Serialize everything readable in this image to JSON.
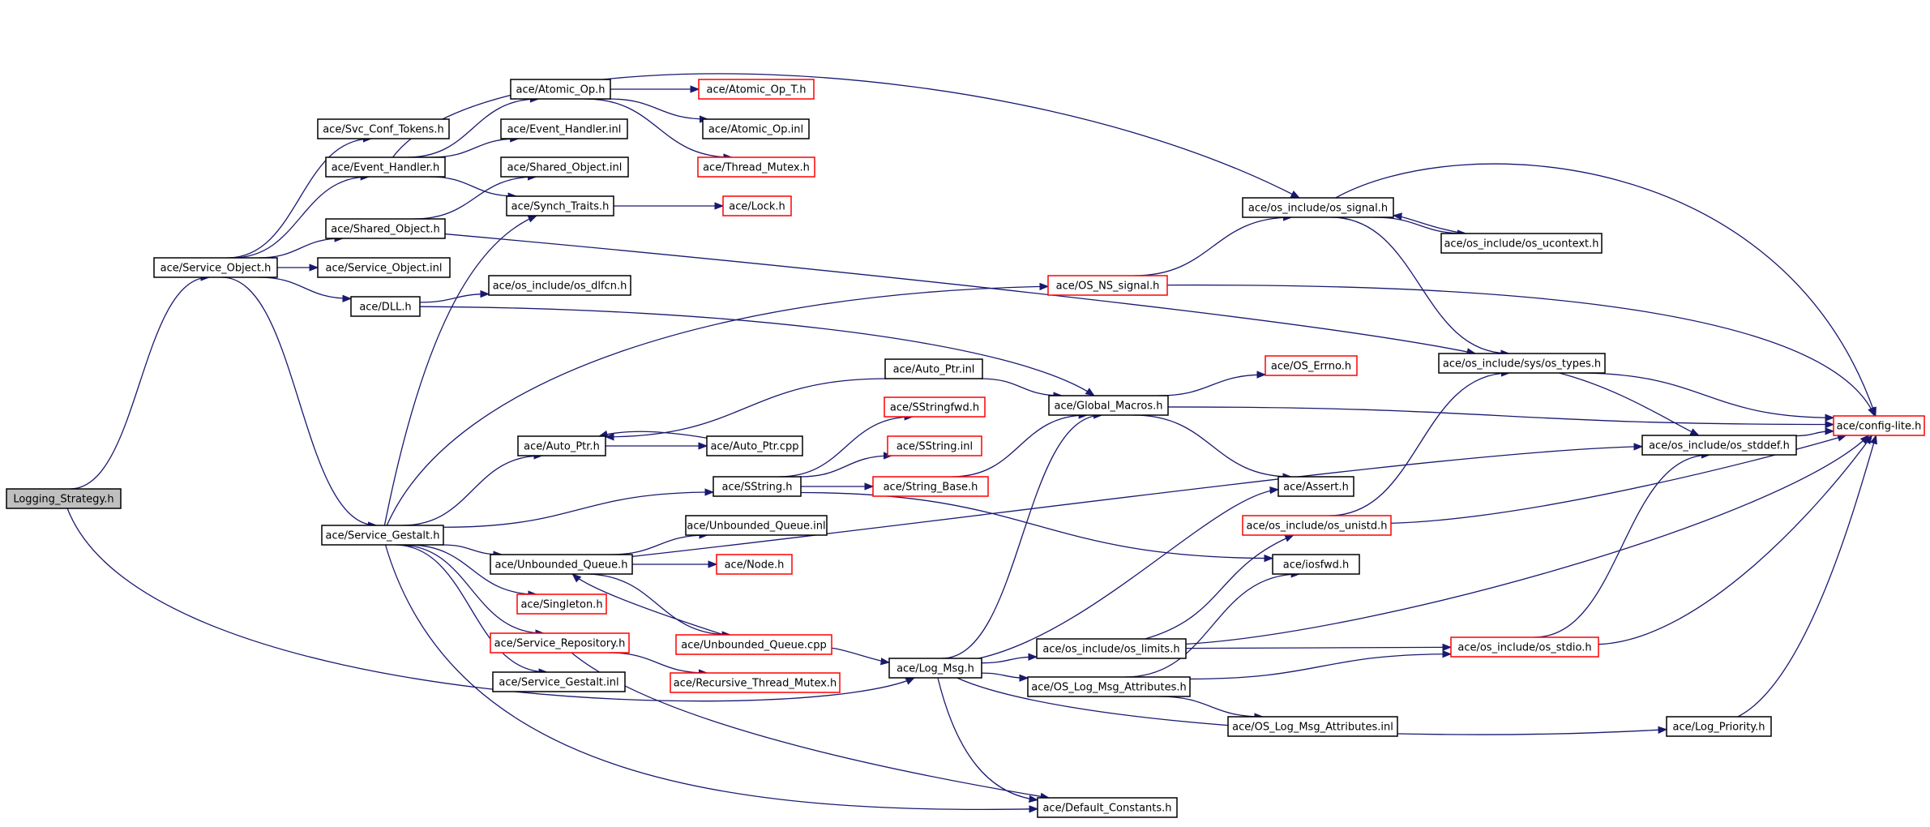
{
  "graph": {
    "title": "",
    "edge_color": "#191970",
    "missing_color": "#ff0000",
    "root_fill": "#bfbfbf",
    "nodes": [
      {
        "id": "logging",
        "label": "Logging_Strategy.h",
        "style": "root"
      },
      {
        "id": "svcobj",
        "label": "ace/Service_Object.h"
      },
      {
        "id": "svcconf",
        "label": "ace/Svc_Conf_Tokens.h"
      },
      {
        "id": "evhandler",
        "label": "ace/Event_Handler.h"
      },
      {
        "id": "sharedobj",
        "label": "ace/Shared_Object.h"
      },
      {
        "id": "svcobjinl",
        "label": "ace/Service_Object.inl"
      },
      {
        "id": "dll",
        "label": "ace/DLL.h"
      },
      {
        "id": "atomicop",
        "label": "ace/Atomic_Op.h"
      },
      {
        "id": "evhandlerinl",
        "label": "ace/Event_Handler.inl"
      },
      {
        "id": "sharedobjinl",
        "label": "ace/Shared_Object.inl"
      },
      {
        "id": "synchtraits",
        "label": "ace/Synch_Traits.h"
      },
      {
        "id": "dlfcn",
        "label": "ace/os_include/os_dlfcn.h"
      },
      {
        "id": "atomicopt",
        "label": "ace/Atomic_Op_T.h",
        "style": "missing"
      },
      {
        "id": "atomicopinl",
        "label": "ace/Atomic_Op.inl"
      },
      {
        "id": "threadmutex",
        "label": "ace/Thread_Mutex.h",
        "style": "missing"
      },
      {
        "id": "lock",
        "label": "ace/Lock.h",
        "style": "missing"
      },
      {
        "id": "ossignal",
        "label": "ace/os_include/os_signal.h"
      },
      {
        "id": "osucontext",
        "label": "ace/os_include/os_ucontext.h"
      },
      {
        "id": "osnssignal",
        "label": "ace/OS_NS_signal.h",
        "style": "missing"
      },
      {
        "id": "ostypes",
        "label": "ace/os_include/sys/os_types.h"
      },
      {
        "id": "autoptrinl",
        "label": "ace/Auto_Ptr.inl"
      },
      {
        "id": "globalmacros",
        "label": "ace/Global_Macros.h"
      },
      {
        "id": "oserrno",
        "label": "ace/OS_Errno.h",
        "style": "missing"
      },
      {
        "id": "configlite",
        "label": "ace/config-lite.h",
        "style": "missing"
      },
      {
        "id": "sstringfwd",
        "label": "ace/SStringfwd.h",
        "style": "missing"
      },
      {
        "id": "sstringinl",
        "label": "ace/SString.inl",
        "style": "missing"
      },
      {
        "id": "autoptr",
        "label": "ace/Auto_Ptr.h"
      },
      {
        "id": "autoptrcpp",
        "label": "ace/Auto_Ptr.cpp"
      },
      {
        "id": "sstring",
        "label": "ace/SString.h"
      },
      {
        "id": "stringbase",
        "label": "ace/String_Base.h",
        "style": "missing"
      },
      {
        "id": "osstddef",
        "label": "ace/os_include/os_stddef.h"
      },
      {
        "id": "assert",
        "label": "ace/Assert.h"
      },
      {
        "id": "svcgestalt",
        "label": "ace/Service_Gestalt.h"
      },
      {
        "id": "unbqinl",
        "label": "ace/Unbounded_Queue.inl"
      },
      {
        "id": "unbq",
        "label": "ace/Unbounded_Queue.h"
      },
      {
        "id": "node",
        "label": "ace/Node.h",
        "style": "missing"
      },
      {
        "id": "osunistd",
        "label": "ace/os_include/os_unistd.h",
        "style": "missing"
      },
      {
        "id": "iosfwd",
        "label": "ace/iosfwd.h"
      },
      {
        "id": "singleton",
        "label": "ace/Singleton.h",
        "style": "missing"
      },
      {
        "id": "svcrepo",
        "label": "ace/Service_Repository.h",
        "style": "missing"
      },
      {
        "id": "unbqcpp",
        "label": "ace/Unbounded_Queue.cpp",
        "style": "missing"
      },
      {
        "id": "oslimits",
        "label": "ace/os_include/os_limits.h"
      },
      {
        "id": "osstdio",
        "label": "ace/os_include/os_stdio.h",
        "style": "missing"
      },
      {
        "id": "logmsg",
        "label": "ace/Log_Msg.h"
      },
      {
        "id": "svcgestaltinl",
        "label": "ace/Service_Gestalt.inl"
      },
      {
        "id": "recthreadmutex",
        "label": "ace/Recursive_Thread_Mutex.h",
        "style": "missing"
      },
      {
        "id": "oslogattr",
        "label": "ace/OS_Log_Msg_Attributes.h"
      },
      {
        "id": "oslogattrinl",
        "label": "ace/OS_Log_Msg_Attributes.inl"
      },
      {
        "id": "logpriority",
        "label": "ace/Log_Priority.h"
      },
      {
        "id": "defconst",
        "label": "ace/Default_Constants.h"
      }
    ],
    "edges": [
      [
        "logging",
        "svcobj"
      ],
      [
        "logging",
        "logmsg"
      ],
      [
        "svcobj",
        "svcconf"
      ],
      [
        "svcobj",
        "evhandler"
      ],
      [
        "svcobj",
        "sharedobj"
      ],
      [
        "svcobj",
        "svcobjinl"
      ],
      [
        "svcobj",
        "dll"
      ],
      [
        "svcobj",
        "svcgestalt"
      ],
      [
        "evhandler",
        "atomicop"
      ],
      [
        "evhandler",
        "evhandlerinl"
      ],
      [
        "evhandler",
        "synchtraits"
      ],
      [
        "evhandler",
        "ossignal"
      ],
      [
        "sharedobj",
        "sharedobjinl"
      ],
      [
        "sharedobj",
        "ostypes"
      ],
      [
        "dll",
        "dlfcn"
      ],
      [
        "dll",
        "globalmacros"
      ],
      [
        "atomicop",
        "atomicopt"
      ],
      [
        "atomicop",
        "atomicopinl"
      ],
      [
        "atomicop",
        "threadmutex"
      ],
      [
        "synchtraits",
        "lock"
      ],
      [
        "ossignal",
        "osucontext"
      ],
      [
        "ossignal",
        "ostypes"
      ],
      [
        "ossignal",
        "configlite"
      ],
      [
        "osucontext",
        "ossignal"
      ],
      [
        "osnssignal",
        "ossignal"
      ],
      [
        "osnssignal",
        "configlite"
      ],
      [
        "ostypes",
        "osstddef"
      ],
      [
        "ostypes",
        "configlite"
      ],
      [
        "autoptrinl",
        "globalmacros"
      ],
      [
        "autoptrinl",
        "autoptr"
      ],
      [
        "globalmacros",
        "oserrno"
      ],
      [
        "globalmacros",
        "configlite"
      ],
      [
        "globalmacros",
        "assert"
      ],
      [
        "autoptr",
        "autoptrcpp"
      ],
      [
        "autoptrcpp",
        "autoptr"
      ],
      [
        "sstring",
        "sstringfwd"
      ],
      [
        "sstring",
        "sstringinl"
      ],
      [
        "sstring",
        "stringbase"
      ],
      [
        "sstring",
        "iosfwd"
      ],
      [
        "stringbase",
        "globalmacros"
      ],
      [
        "osstddef",
        "configlite"
      ],
      [
        "svcgestalt",
        "synchtraits"
      ],
      [
        "svcgestalt",
        "osnssignal"
      ],
      [
        "svcgestalt",
        "autoptr"
      ],
      [
        "svcgestalt",
        "sstring"
      ],
      [
        "svcgestalt",
        "unbq"
      ],
      [
        "svcgestalt",
        "singleton"
      ],
      [
        "svcgestalt",
        "svcrepo"
      ],
      [
        "svcgestalt",
        "svcgestaltinl"
      ],
      [
        "svcgestalt",
        "defconst"
      ],
      [
        "unbq",
        "unbqinl"
      ],
      [
        "unbq",
        "node"
      ],
      [
        "unbq",
        "unbqcpp"
      ],
      [
        "unbq",
        "osstddef"
      ],
      [
        "unbqcpp",
        "unbq"
      ],
      [
        "unbqcpp",
        "logmsg"
      ],
      [
        "osunistd",
        "ostypes"
      ],
      [
        "osunistd",
        "configlite"
      ],
      [
        "svcrepo",
        "recthreadmutex"
      ],
      [
        "svcrepo",
        "defconst"
      ],
      [
        "oslimits",
        "osunistd"
      ],
      [
        "oslimits",
        "osstdio"
      ],
      [
        "oslimits",
        "configlite"
      ],
      [
        "osstdio",
        "osstddef"
      ],
      [
        "osstdio",
        "configlite"
      ],
      [
        "logmsg",
        "globalmacros"
      ],
      [
        "logmsg",
        "assert"
      ],
      [
        "logmsg",
        "oslimits"
      ],
      [
        "logmsg",
        "oslogattr"
      ],
      [
        "logmsg",
        "logpriority"
      ],
      [
        "logmsg",
        "defconst"
      ],
      [
        "oslogattr",
        "iosfwd"
      ],
      [
        "oslogattr",
        "osstdio"
      ],
      [
        "oslogattr",
        "oslogattrinl"
      ],
      [
        "logpriority",
        "configlite"
      ]
    ]
  }
}
